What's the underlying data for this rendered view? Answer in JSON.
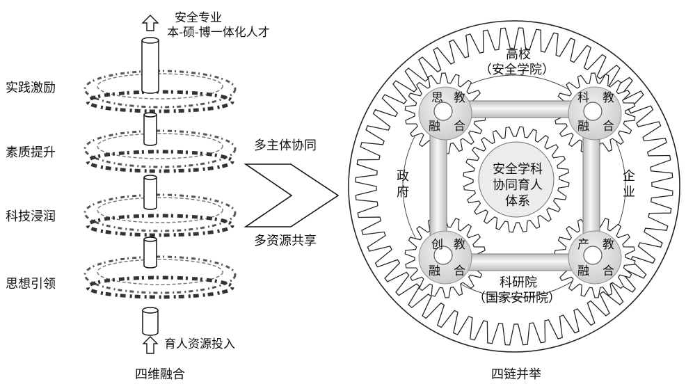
{
  "left": {
    "top_text_1": "安全专业",
    "top_text_2": "本-硕-博一体化人才",
    "layers": [
      "实践激励",
      "素质提升",
      "科技浸润",
      "思想引领"
    ],
    "bottom_text": "育人资源投入",
    "caption": "四维融合"
  },
  "middle": {
    "top": "多主体协同",
    "bottom": "多资源共享"
  },
  "right": {
    "top_1": "高校",
    "top_2": "（安全学院）",
    "left_1": "政",
    "left_2": "府",
    "right_1": "企",
    "right_2": "业",
    "bottom_1": "科研院",
    "bottom_2": "（国家安研院）",
    "center_1": "安全学科",
    "center_2": "协同育人",
    "center_3": "体系",
    "corners": {
      "tl": [
        "思",
        "教",
        "融",
        "合"
      ],
      "tr": [
        "科",
        "教",
        "融",
        "合"
      ],
      "bl": [
        "创",
        "教",
        "融",
        "合"
      ],
      "br": [
        "产",
        "教",
        "融",
        "合"
      ]
    },
    "caption": "四链并举"
  }
}
